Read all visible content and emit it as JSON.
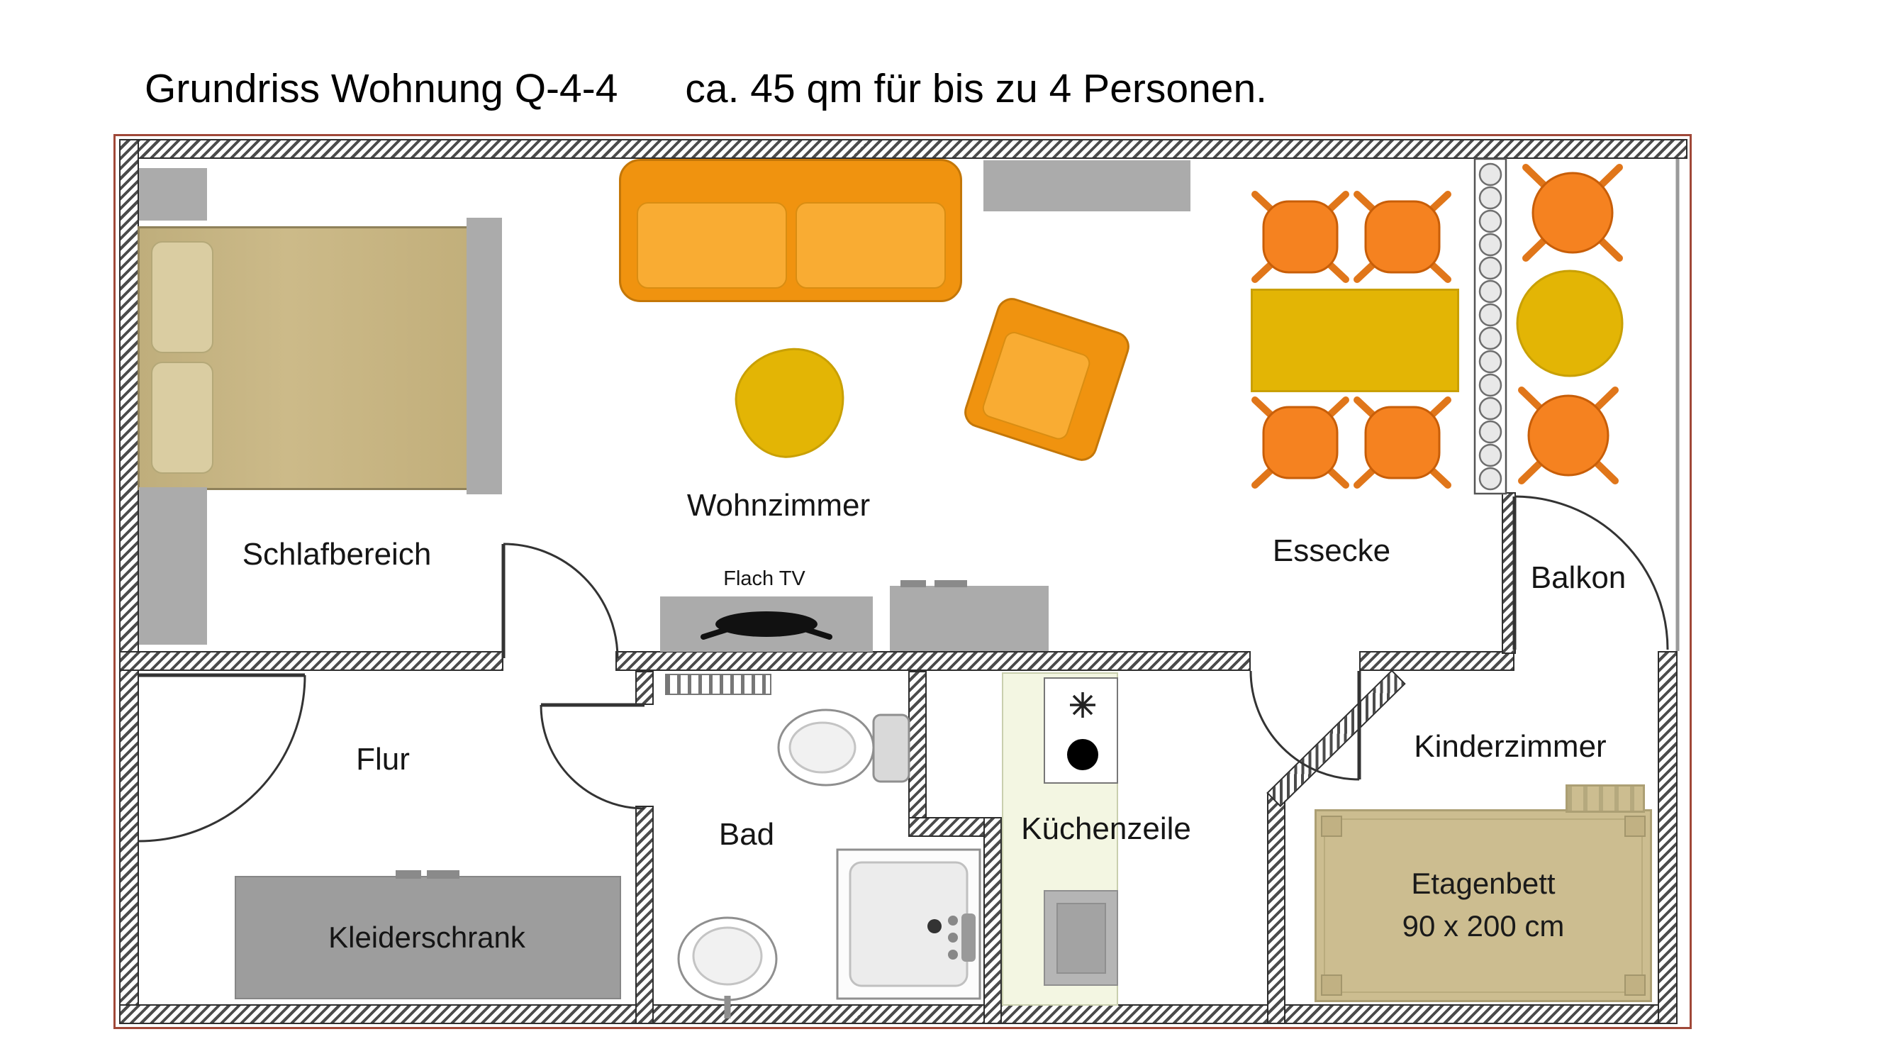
{
  "title": {
    "main": "Grundriss Wohnung Q-4-4",
    "subtitle": "ca. 45 qm für bis zu 4 Personen."
  },
  "labels": {
    "schlafbereich": "Schlafbereich",
    "wohnzimmer": "Wohnzimmer",
    "essecke": "Essecke",
    "balkon": "Balkon",
    "flur": "Flur",
    "bad": "Bad",
    "kuechenzeile": "Küchenzeile",
    "kinderzimmer": "Kinderzimmer",
    "kleiderschrank": "Kleiderschrank",
    "flach_tv": "Flach TV",
    "etagenbett_line1": "Etagenbett",
    "etagenbett_line2": "90 x 200 cm"
  },
  "colors": {
    "accent_orange": "#F0930F",
    "accent_orange_light": "#F9AC33",
    "accent_yellow": "#E3B505",
    "furniture_gray": "#ABABAB",
    "bed_beige": "#CCBA89",
    "bunkbed_beige": "#CCBD90",
    "wall_dark": "#4B4B4B",
    "plan_border_red": "#A04838"
  }
}
